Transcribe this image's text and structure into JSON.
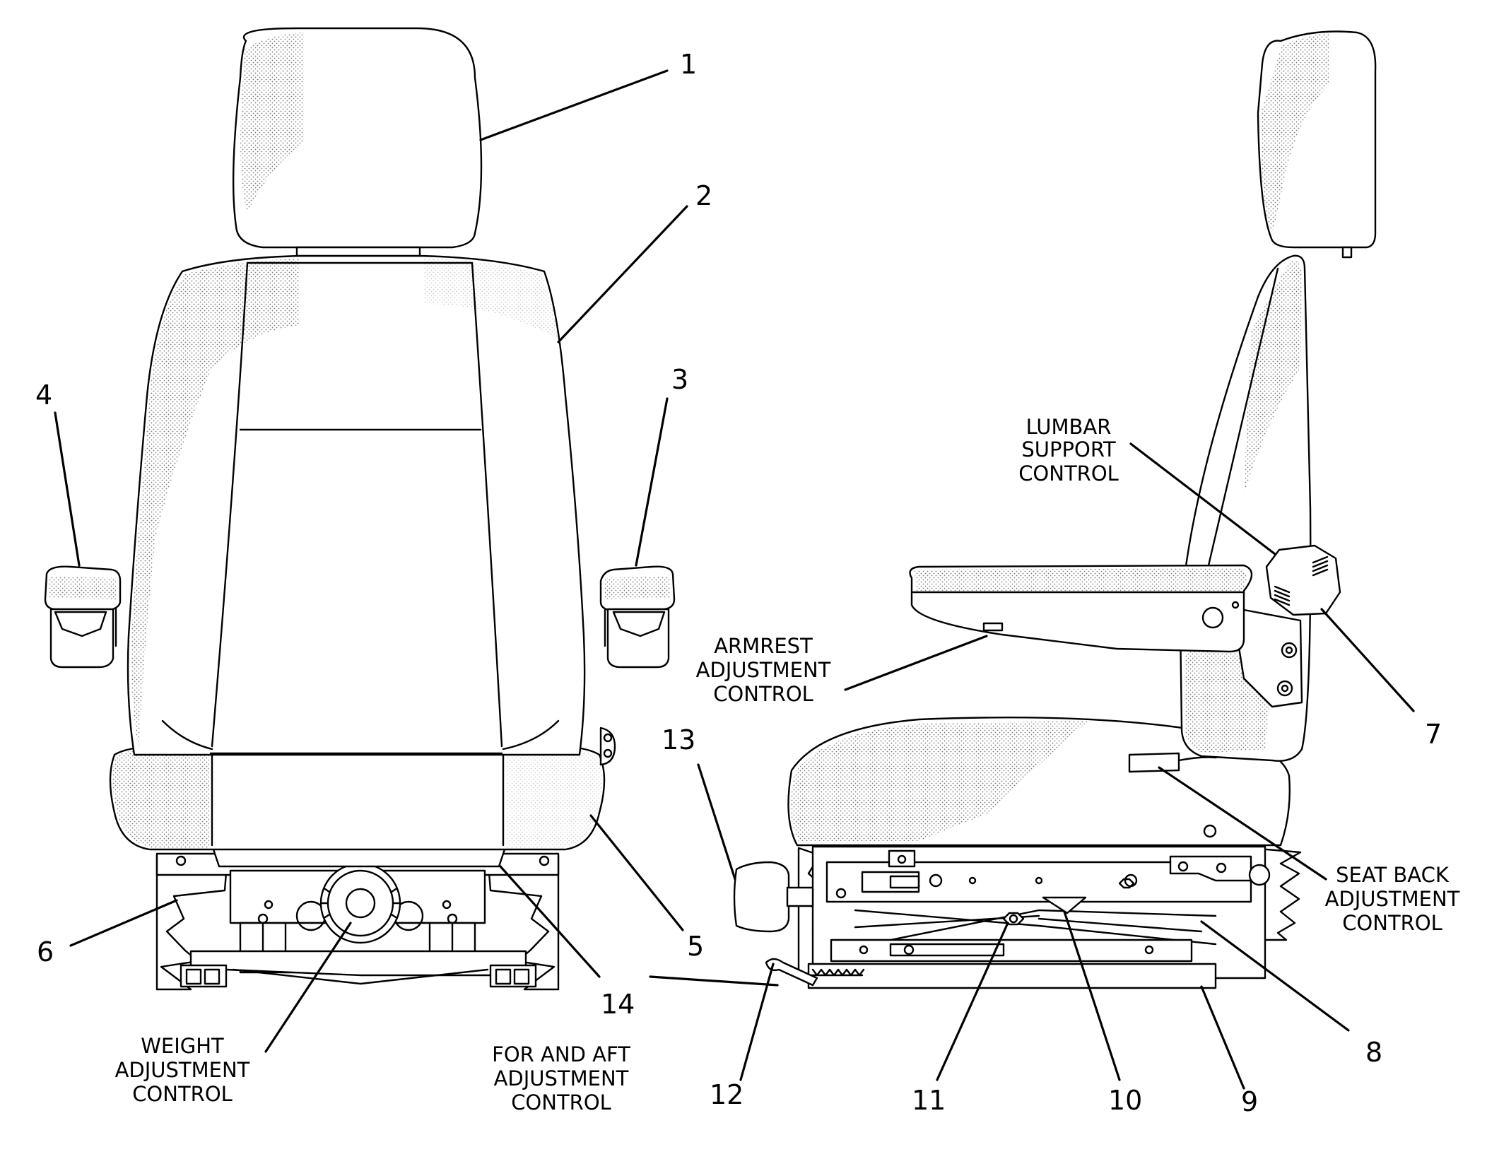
{
  "callouts": {
    "c1": "1",
    "c2": "2",
    "c3": "3",
    "c4": "4",
    "c5": "5",
    "c6": "6",
    "c7": "7",
    "c8": "8",
    "c9": "9",
    "c10": "10",
    "c11": "11",
    "c12": "12",
    "c13": "13",
    "c14": "14"
  },
  "labels": {
    "lumbar": [
      "LUMBAR",
      "SUPPORT",
      "CONTROL"
    ],
    "armrest": [
      "ARMREST",
      "ADJUSTMENT",
      "CONTROL"
    ],
    "seat_back": [
      "SEAT  BACK",
      "ADJUSTMENT",
      "CONTROL"
    ],
    "weight": [
      "WEIGHT",
      "ADJUSTMENT",
      "CONTROL"
    ],
    "fore_aft": [
      "FOR  AND  AFT",
      "ADJUSTMENT",
      "CONTROL"
    ]
  },
  "colors": {
    "line": "#000000",
    "background": "#ffffff",
    "stipple": "#7a7a7a"
  }
}
